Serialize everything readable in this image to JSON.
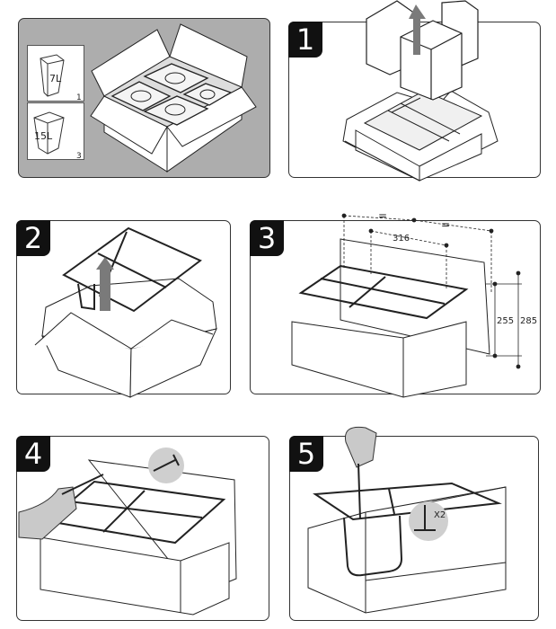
{
  "document": {
    "type": "assembly-instructions",
    "contents_panel": {
      "bins": [
        {
          "capacity": "7L",
          "quantity": "1"
        },
        {
          "capacity": "15L",
          "quantity": "3"
        }
      ]
    },
    "steps": [
      {
        "number": "1",
        "action": "remove bins from box"
      },
      {
        "number": "2",
        "action": "lift frame out of box"
      },
      {
        "number": "3",
        "action": "position frame in cabinet",
        "dimensions": {
          "width_spacing": "316",
          "equal_mark": "=",
          "height_inner": "255",
          "height_outer": "285"
        }
      },
      {
        "number": "4",
        "action": "screw frame to back panel"
      },
      {
        "number": "5",
        "action": "screw frame to cabinet base",
        "fastener_count": "X2"
      }
    ]
  },
  "colors": {
    "panel_gray": "#adadad",
    "badge": "#111111",
    "arrow": "#7a7a7a",
    "line": "#222222"
  }
}
